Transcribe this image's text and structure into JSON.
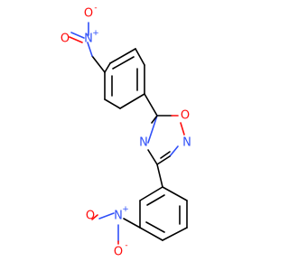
{
  "molecule": {
    "atoms": {
      "ring_o": "O",
      "ring_n_right": "N",
      "ring_n_left": "N",
      "nitro1_n": "N",
      "nitro1_n_charge": "+",
      "nitro1_o_minus": "O",
      "nitro1_o_minus_charge": "-",
      "nitro1_o": "O",
      "nitro2_n": "N",
      "nitro2_n_charge": "+",
      "nitro2_o_minus": "O",
      "nitro2_o_minus_charge": "-",
      "nitro2_o": "O"
    },
    "colors": {
      "carbon_bond": "#000000",
      "oxygen": "#ff0d0d",
      "nitrogen": "#3050f8"
    }
  }
}
